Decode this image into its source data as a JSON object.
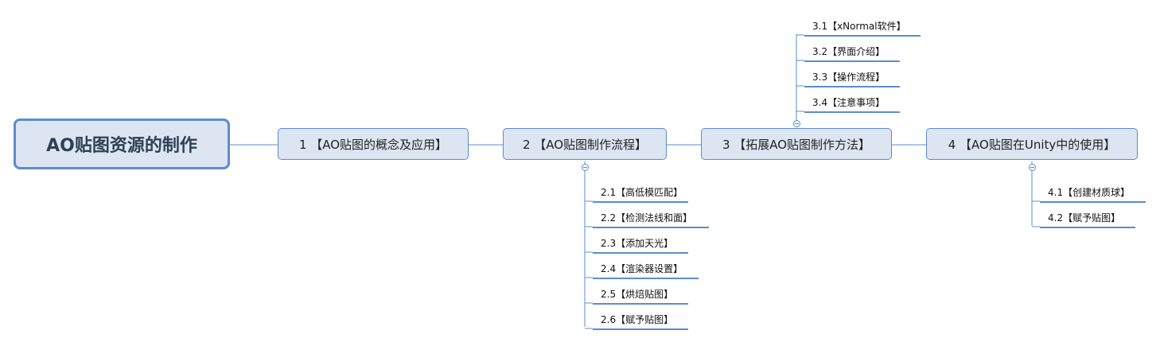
{
  "root": {
    "label": "AO贴图资源的制作"
  },
  "topics": [
    {
      "label": "1 【AO贴图的概念及应用】",
      "subtopics": []
    },
    {
      "label": "2 【AO贴图制作流程】",
      "subtopics": [
        "2.1【高低模匹配】",
        "2.2【检测法线和面】",
        "2.3【添加天光】",
        "2.4【渲染器设置】",
        "2.5【烘焙贴图】",
        "2.6【赋予贴图】"
      ]
    },
    {
      "label": "3 【拓展AO贴图制作方法】",
      "subtopics": [
        "3.1【xNormal软件】",
        "3.2【界面介绍】",
        "3.3【操作流程】",
        "3.4【注意事项】"
      ]
    },
    {
      "label": "4 【AO贴图在Unity中的使用】",
      "subtopics": [
        "4.1【创建材质球】",
        "4.2【赋予贴图】"
      ]
    }
  ],
  "colors": {
    "line": "#5b8cd0",
    "fill": "#dce5f1"
  }
}
